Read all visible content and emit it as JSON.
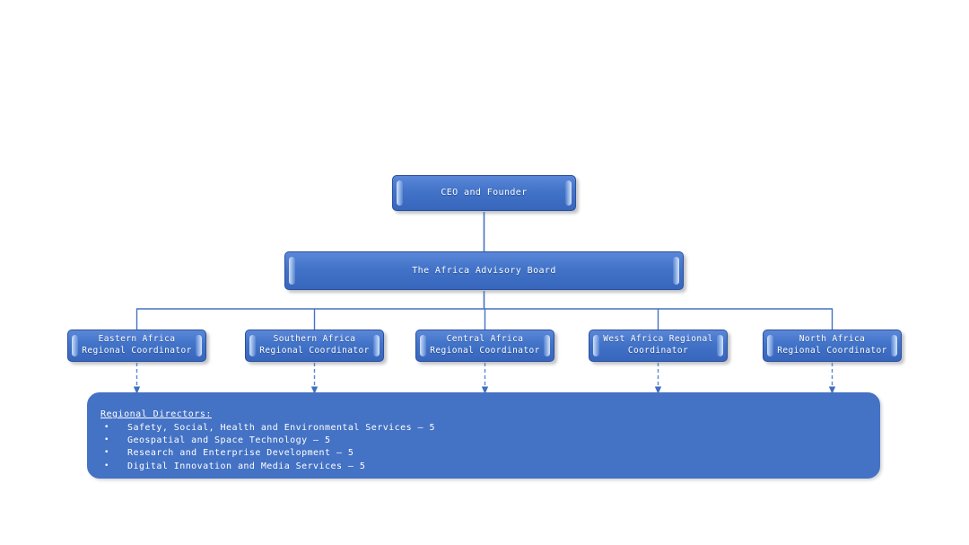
{
  "diagram": {
    "type": "organizational-chart",
    "colors": {
      "node_fill": "#4472c4",
      "node_border": "#2b4f9b",
      "panel_fill": "#4472c4",
      "connector": "#4472c4",
      "text": "#ffffff",
      "background": "#ffffff"
    },
    "top": {
      "ceo": "CEO and Founder",
      "board": "The Africa Advisory Board"
    },
    "coordinators": [
      {
        "label": "Eastern Africa\nRegional Coordinator"
      },
      {
        "label": "Southern Africa\nRegional Coordinator"
      },
      {
        "label": "Central Africa\nRegional Coordinator"
      },
      {
        "label": "West Africa Regional\nCoordinator"
      },
      {
        "label": "North Africa\nRegional Coordinator"
      }
    ],
    "directors": {
      "title": "Regional Directors:",
      "bullet_glyph": "•",
      "items": [
        "Safety, Social, Health and Environmental Services – 5",
        "Geospatial and Space Technology – 5",
        "Research and Enterprise Development – 5",
        "Digital Innovation and Media Services – 5"
      ]
    }
  }
}
